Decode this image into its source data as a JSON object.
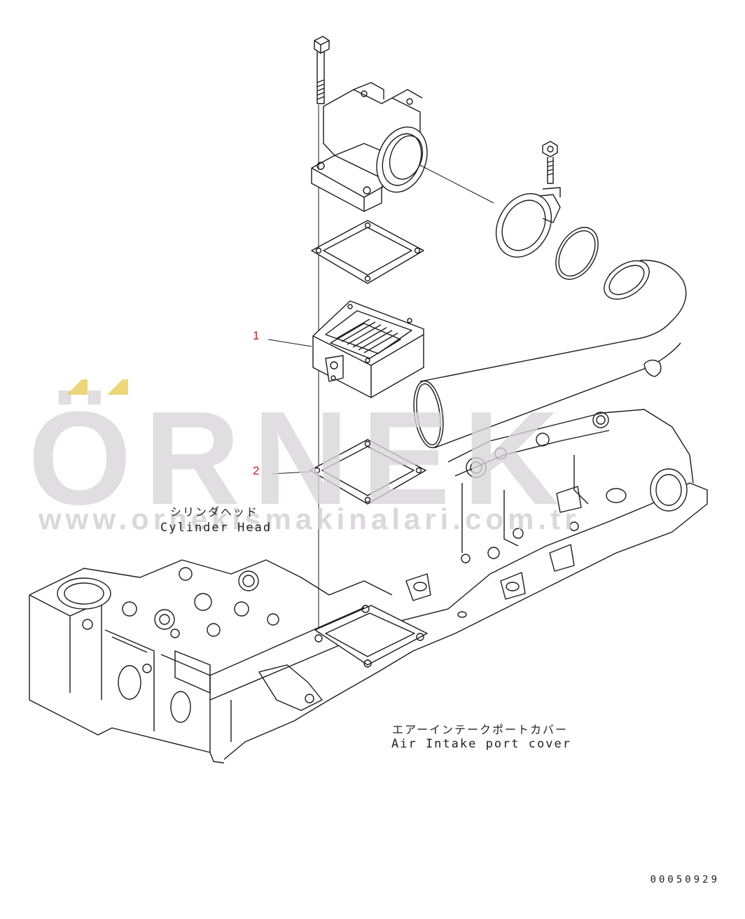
{
  "callouts": [
    "1",
    "2"
  ],
  "labels": {
    "cylinder_head_jp": "シリンダヘッド",
    "cylinder_head_en": "Cylinder Head",
    "intake_cover_jp": "エアーインテークポートカバー",
    "intake_cover_en": "Air Intake port cover"
  },
  "watermark": {
    "logo": "ÖRNEK",
    "url": "www.ornekismakinalari.com.tr"
  },
  "document_number": "00050929",
  "colors": {
    "line": "#1a1a1a",
    "callout": "#c8201c",
    "watermark": "#d9d6d9",
    "watermark_accent": "#e6c84a"
  }
}
